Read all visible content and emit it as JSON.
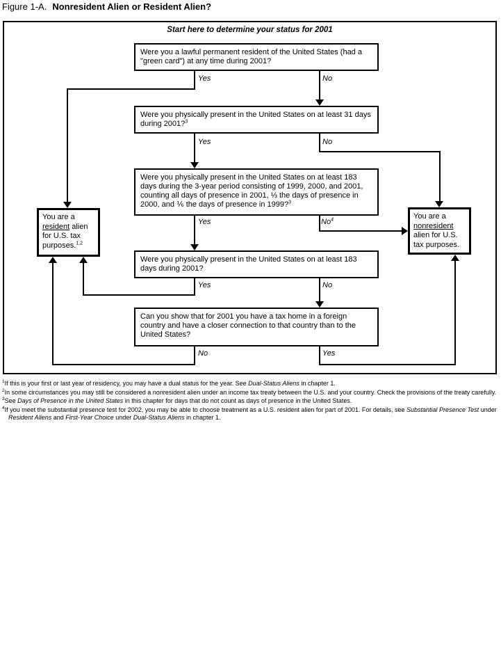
{
  "colors": {
    "ink": "#000000",
    "paper": "#ffffff"
  },
  "page_title": {
    "prefix": "Figure 1-A.",
    "title": "Nonresident Alien or Resident Alien?"
  },
  "start_label": "Start here to determine your status for 2001",
  "questions": {
    "q1": {
      "segments": [
        {
          "t": "Were you a lawful permanent resident of the United States (had a \"green card\") at any time during 2001?"
        }
      ]
    },
    "q2": {
      "segments": [
        {
          "t": "Were you physically present in the United States on at least 31 days during 2001?"
        },
        {
          "t": "3",
          "s": true
        }
      ]
    },
    "q3": {
      "segments": [
        {
          "t": "Were you physically present in the United States on at least 183 days during the 3-year period consisting of 1999, 2000, and 2001, counting all days of presence in 2001, ⅓ the days of presence in 2000, and ⅙ the days of presence in 1999?"
        },
        {
          "t": "3",
          "s": true
        }
      ]
    },
    "q4": {
      "segments": [
        {
          "t": "Were you physically present in the United States on at least 183 days during 2001?"
        }
      ]
    },
    "q5": {
      "segments": [
        {
          "t": "Can you show that for 2001 you have a tax home in a foreign country and have a closer connection to that country than to the United States?"
        }
      ]
    }
  },
  "labels": {
    "q1_yes": [
      {
        "t": "Yes"
      }
    ],
    "q1_no": [
      {
        "t": "No"
      }
    ],
    "q2_yes": [
      {
        "t": "Yes"
      }
    ],
    "q2_no": [
      {
        "t": "No"
      }
    ],
    "q3_yes": [
      {
        "t": "Yes"
      }
    ],
    "q3_no": [
      {
        "t": "No"
      },
      {
        "t": "4",
        "s": true
      }
    ],
    "q4_yes": [
      {
        "t": "Yes"
      }
    ],
    "q4_no": [
      {
        "t": "No"
      }
    ],
    "q5_no": [
      {
        "t": "No"
      }
    ],
    "q5_yes": [
      {
        "t": "Yes"
      }
    ]
  },
  "results": {
    "resident": {
      "segments": [
        {
          "t": "You are a "
        },
        {
          "t": "resident",
          "u": true
        },
        {
          "t": " alien for U.S. tax purposes."
        },
        {
          "t": "1,2",
          "s": true
        }
      ]
    },
    "nonresident": {
      "segments": [
        {
          "t": "You are a "
        },
        {
          "t": "nonresident",
          "u": true
        },
        {
          "t": " alien for U.S. tax purposes."
        }
      ]
    }
  },
  "footnotes": [
    {
      "marker": "1",
      "segments": [
        {
          "t": "If this is your first or last year of residency, you may have a dual status for the year. See "
        },
        {
          "t": "Dual-Status Aliens",
          "i": true
        },
        {
          "t": " in chapter 1."
        }
      ]
    },
    {
      "marker": "2",
      "segments": [
        {
          "t": "In some circumstances you may still be considered a nonresident alien under an income tax treaty between the U.S. and your country. Check the provisions of the treaty carefully."
        }
      ]
    },
    {
      "marker": "3",
      "segments": [
        {
          "t": "See "
        },
        {
          "t": "Days of Presence in the United States",
          "i": true
        },
        {
          "t": " in this chapter for days that do not count as days of presence in the United States."
        }
      ]
    },
    {
      "marker": "4",
      "segments": [
        {
          "t": "If you meet the substantial presence test for 2002, you may be able to choose treatment as a U.S. resident alien for part of 2001. For details, see "
        },
        {
          "t": "Substantial Presence Test",
          "i": true
        },
        {
          "t": " under "
        },
        {
          "t": "Resident Aliens",
          "i": true
        },
        {
          "t": " and "
        },
        {
          "t": "First-Year Choice",
          "i": true
        },
        {
          "t": " under "
        },
        {
          "t": "Dual-Status Aliens",
          "i": true
        },
        {
          "t": " in chapter 1."
        }
      ]
    }
  ]
}
